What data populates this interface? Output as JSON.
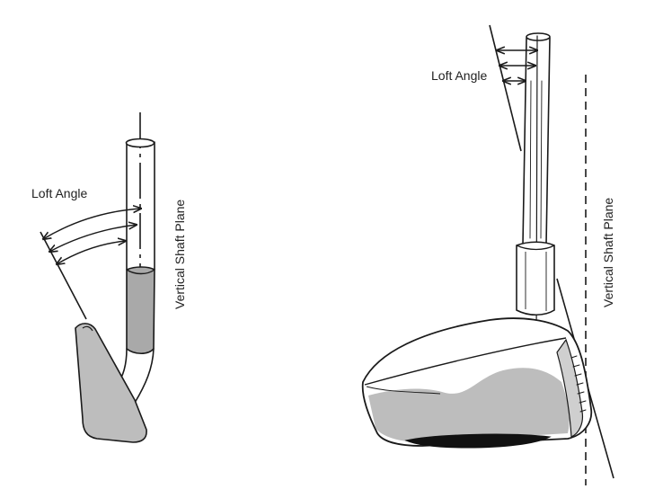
{
  "left_figure": {
    "loft_label": "Loft Angle",
    "plane_label": "Vertical Shaft Plane"
  },
  "right_figure": {
    "loft_label": "Loft Angle",
    "plane_label": "Vertical Shaft Plane"
  },
  "colors": {
    "ink": "#1a1a1a",
    "fill_grey": "#bdbdbd",
    "shadow_grey": "#9a9a9a",
    "sole_black": "#111111"
  }
}
